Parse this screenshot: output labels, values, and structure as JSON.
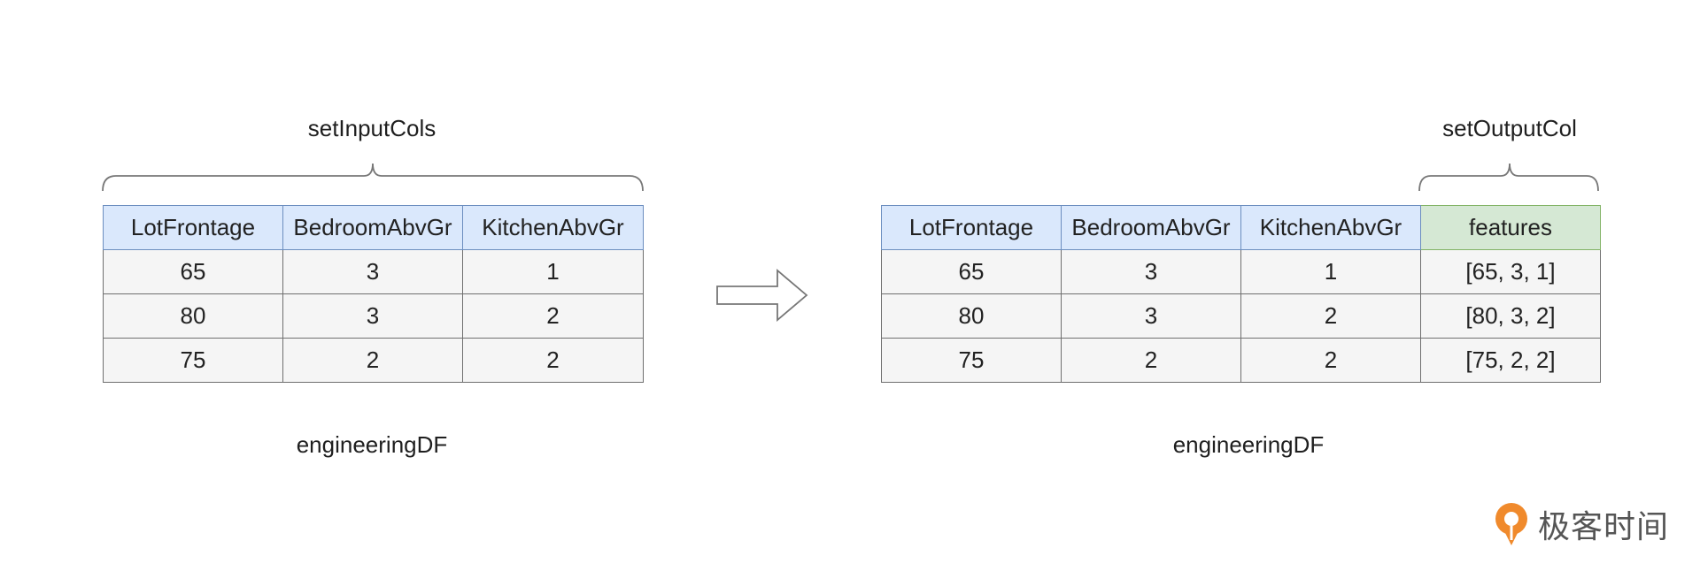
{
  "left": {
    "brace_label": "setInputCols",
    "headers": [
      "LotFrontage",
      "BedroomAbvGr",
      "KitchenAbvGr"
    ],
    "rows": [
      [
        "65",
        "3",
        "1"
      ],
      [
        "80",
        "3",
        "2"
      ],
      [
        "75",
        "2",
        "2"
      ]
    ],
    "caption": "engineeringDF"
  },
  "right": {
    "brace_label": "setOutputCol",
    "headers": [
      "LotFrontage",
      "BedroomAbvGr",
      "KitchenAbvGr",
      "features"
    ],
    "rows": [
      [
        "65",
        "3",
        "1",
        "[65, 3, 1]"
      ],
      [
        "80",
        "3",
        "2",
        "[80, 3, 2]"
      ],
      [
        "75",
        "2",
        "2",
        "[75, 2, 2]"
      ]
    ],
    "caption": "engineeringDF"
  },
  "arrow": {
    "icon": "right-arrow-icon"
  },
  "logo": {
    "text": "极客时间",
    "icon": "geektime-logo-icon"
  },
  "colors": {
    "header_fill": "#dae8fc",
    "header_stroke": "#6c8ebf",
    "output_fill": "#d5e8d4",
    "output_stroke": "#82b366",
    "cell_fill": "#f5f5f5",
    "logo_accent": "#f08a2c"
  }
}
